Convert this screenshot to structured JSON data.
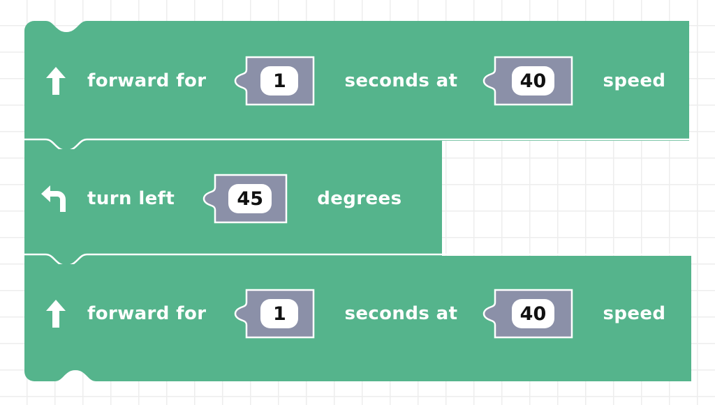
{
  "canvas": {
    "background_color": "#ffffff",
    "grid_line_color": "#ededed",
    "grid_cell_w": 40,
    "grid_cell_h": 38
  },
  "palette": {
    "block_green": "#55b48c",
    "slot_gray": "#8b90a8",
    "field_white": "#ffffff",
    "text_white": "#ffffff",
    "value_text": "#111111"
  },
  "program": {
    "name": "drivetrain-block-stack",
    "blocks": [
      {
        "id": "block-forward-1",
        "type": "drive-forward",
        "icon": "arrow-up-icon",
        "label_before": "forward  for",
        "value_1": "1",
        "label_mid": "seconds  at",
        "value_2": "40",
        "label_after": "speed"
      },
      {
        "id": "block-turn-left",
        "type": "turn-left",
        "icon": "turn-left-arrow-icon",
        "label_before": "turn  left",
        "value_1": "45",
        "label_after": "degrees"
      },
      {
        "id": "block-forward-2",
        "type": "drive-forward",
        "icon": "arrow-up-icon",
        "label_before": "forward  for",
        "value_1": "1",
        "label_mid": "seconds  at",
        "value_2": "40",
        "label_after": "speed"
      }
    ]
  }
}
